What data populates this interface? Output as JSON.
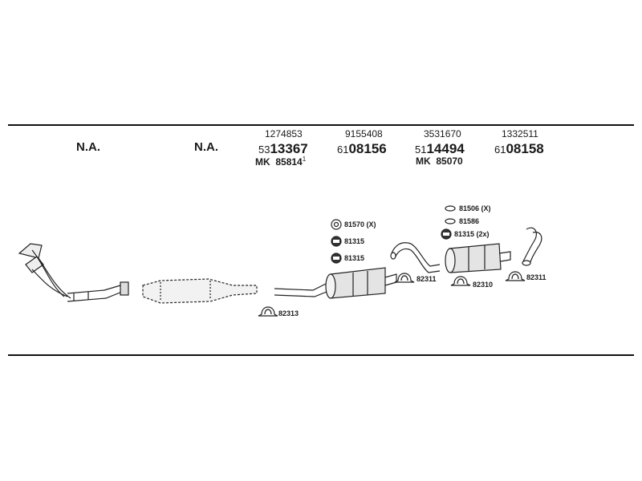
{
  "columns": [
    {
      "label": "N.A."
    },
    {
      "label": "N.A."
    },
    {
      "ref": "1274853",
      "prefix": "53",
      "number": "13367",
      "mk_prefix": "MK",
      "mk_number": "85814",
      "mk_sup": "1"
    },
    {
      "ref": "9155408",
      "prefix": "61",
      "number": "08156"
    },
    {
      "ref": "3531670",
      "prefix": "51",
      "number": "14494",
      "mk_prefix": "MK",
      "mk_number": "85070"
    },
    {
      "ref": "1332511",
      "prefix": "61",
      "number": "08158"
    }
  ],
  "parts": [
    {
      "code": "81570 (X)"
    },
    {
      "code": "81315"
    },
    {
      "code": "81315"
    },
    {
      "code": "82313"
    },
    {
      "code": "82311"
    },
    {
      "code": "81506 (X)"
    },
    {
      "code": "81586"
    },
    {
      "code": "81315 (2x)"
    },
    {
      "code": "82310"
    },
    {
      "code": "82311"
    }
  ]
}
